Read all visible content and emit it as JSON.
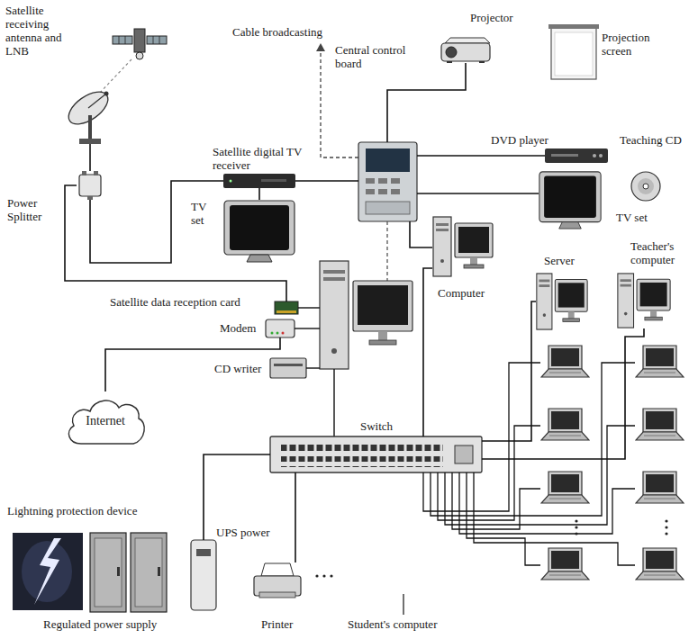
{
  "diagram": {
    "nodes": [
      {
        "text": [
          "Satellite receiving antenna and LNB"
        ]
      },
      {
        "text": [
          "Power Splitter"
        ]
      },
      {
        "text": [
          "Satellite digital TV receiver"
        ]
      },
      {
        "text": [
          "TV set"
        ]
      },
      {
        "text": [
          "Central control board"
        ]
      },
      {
        "text": [
          "Projector"
        ]
      },
      {
        "text": [
          "Projection screen"
        ]
      },
      {
        "text": [
          "DVD player"
        ]
      },
      {
        "text": [
          "Teaching CD"
        ]
      },
      {
        "text": [
          "TV set"
        ]
      },
      {
        "text": [
          "Computer"
        ]
      },
      {
        "text": [
          "Server"
        ]
      },
      {
        "text": [
          "Teacher's computer"
        ]
      },
      {
        "text": [
          "Satellite data reception card"
        ]
      },
      {
        "text": [
          "Modem"
        ]
      },
      {
        "text": [
          "CD writer"
        ]
      },
      {
        "text": [
          "Internet"
        ]
      },
      {
        "text": [
          "Switch"
        ]
      },
      {
        "text": [
          "Lightning protection device"
        ]
      },
      {
        "text": [
          "Regulated power supply"
        ]
      },
      {
        "text": [
          "UPS power"
        ]
      },
      {
        "text": [
          "Printer"
        ]
      }
    ],
    "edges": [
      {
        "from": 0,
        "to": 1,
        "arrow": "none"
      },
      {
        "from": 1,
        "to": 2,
        "arrow": "none"
      },
      {
        "from": 1,
        "to": 13,
        "arrow": "none"
      },
      {
        "from": 2,
        "to": 3,
        "arrow": "none"
      },
      {
        "from": 2,
        "to": 4,
        "arrow": "none"
      },
      {
        "from": 4,
        "to": 5,
        "arrow": "none"
      },
      {
        "from": 4,
        "to": 7,
        "arrow": "none"
      },
      {
        "from": 4,
        "to": 9,
        "arrow": "none"
      },
      {
        "from": 4,
        "to": 10,
        "arrow": "none"
      },
      {
        "from": 16,
        "to": 14,
        "arrow": "none"
      },
      {
        "from": 10,
        "to": 17,
        "arrow": "none"
      },
      {
        "from": 17,
        "to": 11,
        "arrow": "none"
      },
      {
        "from": 17,
        "to": 12,
        "arrow": "none"
      },
      {
        "from": 17,
        "to": 21,
        "arrow": "none"
      },
      {
        "from": 20,
        "to": 17,
        "arrow": "none"
      }
    ],
    "labels": [
      "Cable broadcasting",
      "Student's computer"
    ]
  }
}
